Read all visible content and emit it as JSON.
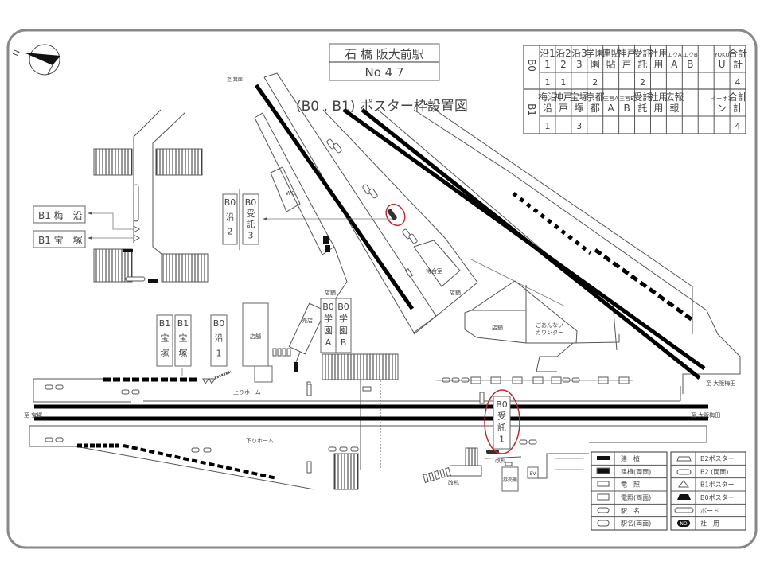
{
  "title": {
    "station": "石 橋 阪大前駅",
    "number": "No 4 7",
    "subtitle": "(B0 , B1) ポスター枠設置図"
  },
  "compass": {
    "north": "N"
  },
  "table": {
    "b0": {
      "label": "B0",
      "headers": [
        "沿1",
        "沿2",
        "沿3",
        "学園",
        "連貼",
        "神戸",
        "受託",
        "社用",
        "エクA",
        "エクB",
        "",
        "YOKU",
        "合計"
      ],
      "values": [
        "1",
        "1",
        "",
        "2",
        "",
        "",
        "2",
        "",
        "",
        "",
        "",
        "",
        "4"
      ]
    },
    "b1": {
      "label": "B1",
      "headers": [
        "梅沿",
        "神戸",
        "宝塚",
        "京都",
        "三宮A",
        "三宮B",
        "受託",
        "社用",
        "広報",
        "",
        "",
        "イーオン",
        "合計"
      ],
      "values": [
        "1",
        "",
        "3",
        "",
        "",
        "",
        "",
        "",
        "",
        "",
        "",
        "",
        "4"
      ]
    }
  },
  "directions": {
    "minoo": "至 箕面",
    "takarazuka": "至 宝塚",
    "umeda_up": "至 大阪梅田",
    "umeda_down": "至 大阪梅田"
  },
  "areas": {
    "up_platform": "上りホーム",
    "down_platform": "下りホーム",
    "wc": "WC",
    "waiting_room": "待合室",
    "shop1": "店舗",
    "shop2": "店舗",
    "shop3": "店舗",
    "shop4": "店舗",
    "kiosk": "売店",
    "info_counter_1": "ごあんない",
    "info_counter_2": "カウンター",
    "gate1": "改札",
    "gate2": "改札",
    "ticket": "券売機",
    "ev": "EV"
  },
  "poster_labels": {
    "b1_umezoi": "B1 梅　沿",
    "b1_takarazuka": "B1 宝　塚",
    "b0_zoi2": [
      "B0",
      "沿",
      "2"
    ],
    "b0_jutaku3": [
      "B0",
      "受",
      "託",
      "3"
    ],
    "b1_takarazuka_a": [
      "B1",
      "宝",
      "塚"
    ],
    "b1_takarazuka_b": [
      "B1",
      "宝",
      "塚"
    ],
    "b0_zoi1": [
      "B0",
      "沿",
      "1"
    ],
    "b0_gakuen_a": [
      "B0",
      "学",
      "園",
      "A"
    ],
    "b0_gakuen_b": [
      "B0",
      "学",
      "園",
      "B"
    ],
    "b0_jutaku1": [
      "B0",
      "受",
      "託",
      "1"
    ]
  },
  "legend": {
    "left": [
      "建　植",
      "建植(両面)",
      "電　照",
      "電照(両面)",
      "駅　名",
      "駅名(両面)"
    ],
    "right": [
      "B2ポスター",
      "B2 (両面)",
      "B1ポスター",
      "B0ポスター",
      "ボード",
      "社　用"
    ],
    "no_badge": "NO"
  },
  "colors": {
    "highlight": "#c0282d",
    "frame": "#888888"
  }
}
